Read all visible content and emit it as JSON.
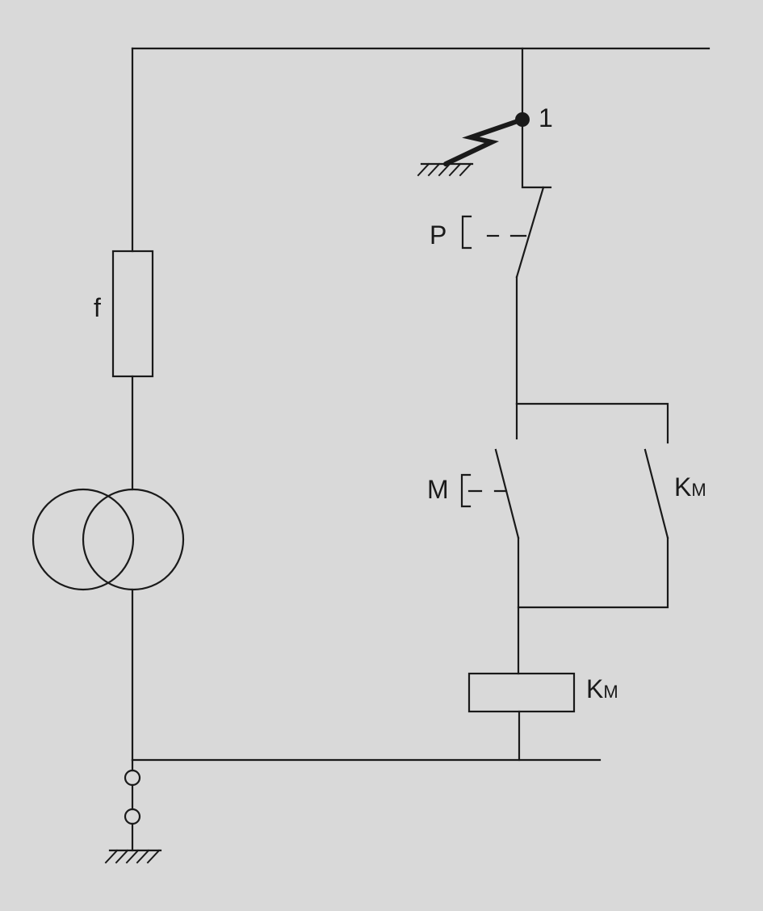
{
  "colors": {
    "background": "#d9d9d9",
    "line": "#1a1a1a"
  },
  "labels": {
    "fuse": "f",
    "node": "1",
    "stop_button": "P",
    "start_button": "M",
    "contact_main": "K",
    "contact_sub": "M",
    "coil_main": "K",
    "coil_sub": "M"
  }
}
